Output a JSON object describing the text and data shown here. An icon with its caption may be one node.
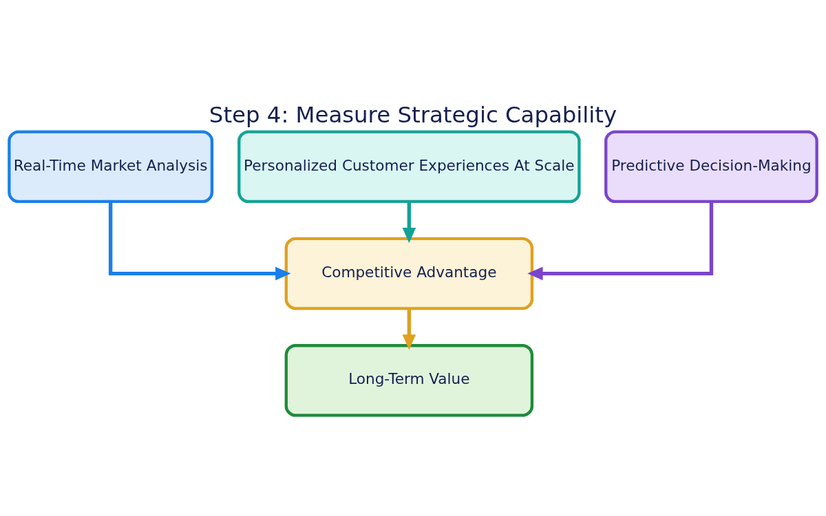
{
  "diagram": {
    "title": "Step 4: Measure Strategic Capability",
    "nodes": [
      {
        "text": [
          "Real-Time Market Analysis"
        ]
      },
      {
        "text": [
          "Personalized Customer Experiences At Scale"
        ]
      },
      {
        "text": [
          "Predictive Decision-Making"
        ]
      },
      {
        "text": [
          "Competitive Advantage"
        ]
      },
      {
        "text": [
          "Long-Term Value"
        ]
      }
    ],
    "edges": [
      {
        "from": 0,
        "to": 3,
        "arrow": "to",
        "color": "#1a7fe8"
      },
      {
        "from": 1,
        "to": 3,
        "arrow": "to",
        "color": "#13a396"
      },
      {
        "from": 2,
        "to": 3,
        "arrow": "to",
        "color": "#7a45cc"
      },
      {
        "from": 3,
        "to": 4,
        "arrow": "to",
        "color": "#e0a020"
      }
    ]
  }
}
